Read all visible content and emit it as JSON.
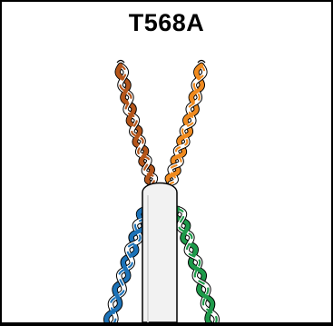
{
  "diagram": {
    "title": "T568A",
    "colors": {
      "brown": "#b5561b",
      "orange": "#ef8a1f",
      "blue": "#1d73b8",
      "green": "#1e9a4a",
      "jacket": "#f2f2f2",
      "outline": "#000000"
    },
    "pairs": [
      {
        "name": "brown-pair",
        "icon": "twisted-pair-icon",
        "color": "brown"
      },
      {
        "name": "orange-pair",
        "icon": "twisted-pair-icon",
        "color": "orange"
      },
      {
        "name": "blue-pair",
        "icon": "twisted-pair-icon",
        "color": "blue"
      },
      {
        "name": "green-pair",
        "icon": "twisted-pair-icon",
        "color": "green"
      }
    ]
  }
}
